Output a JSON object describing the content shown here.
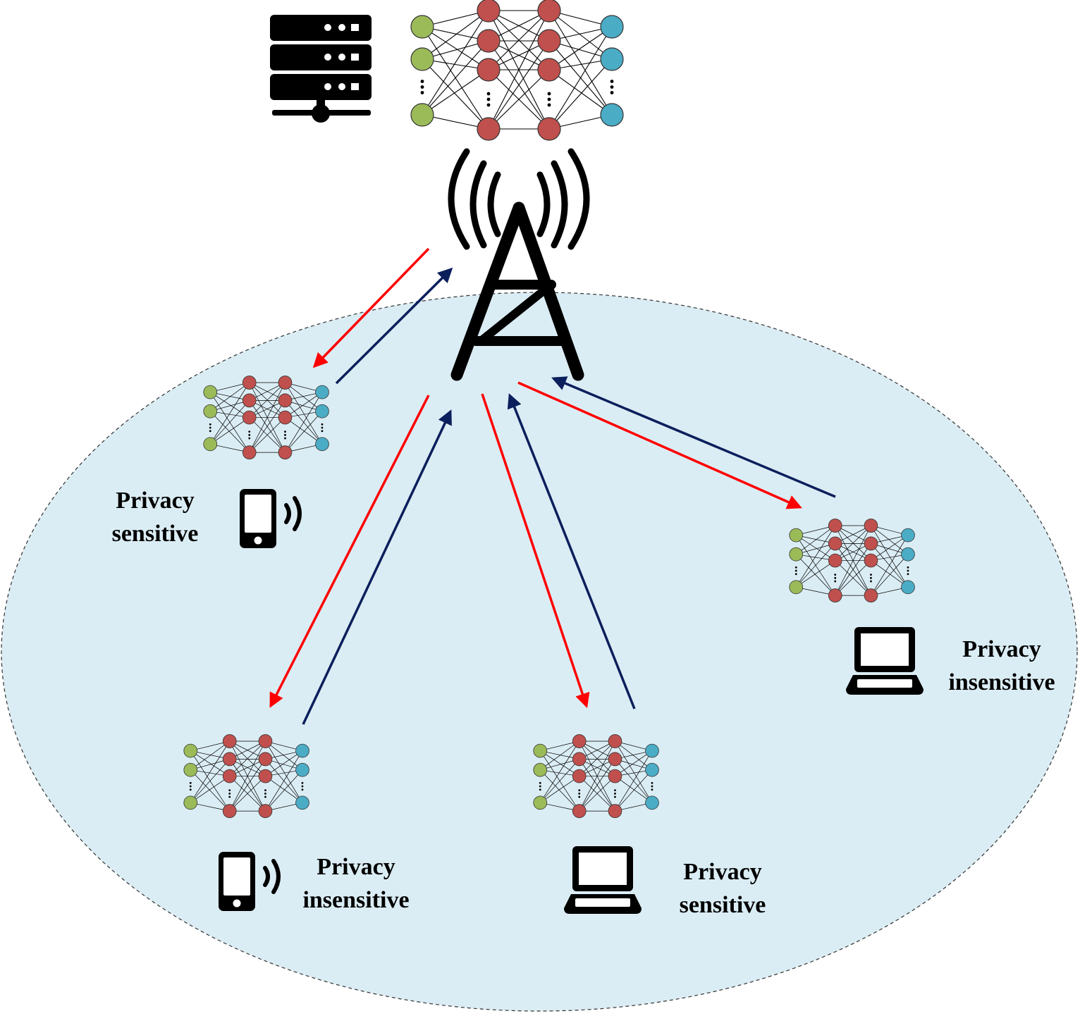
{
  "colors": {
    "cell_fill": "#dbedf4",
    "cell_border": "#333333",
    "downlink_arrow": "#ff0000",
    "uplink_arrow": "#0b1f5c",
    "input_node": "#9bbb59",
    "hidden_node": "#c0504d",
    "output_node": "#4bacc6",
    "icon": "#000000"
  },
  "icons": {
    "server": "server-rack-icon",
    "tower": "cell-tower-icon",
    "phone": "smartphone-signal-icon",
    "laptop": "laptop-icon",
    "network": "neural-network-icon"
  },
  "devices": [
    {
      "type": "phone",
      "line1": "Privacy",
      "line2": "sensitive"
    },
    {
      "type": "phone",
      "line1": "Privacy",
      "line2": "insensitive"
    },
    {
      "type": "laptop",
      "line1": "Privacy",
      "line2": "sensitive"
    },
    {
      "type": "laptop",
      "line1": "Privacy",
      "line2": "insensitive"
    }
  ]
}
